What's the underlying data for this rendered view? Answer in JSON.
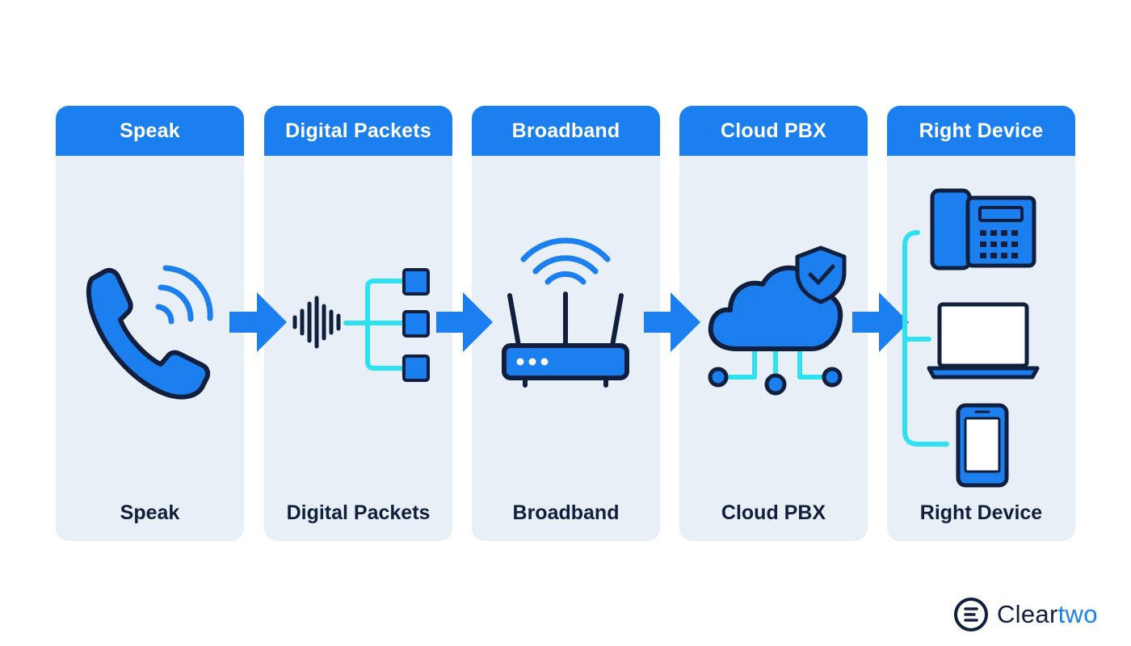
{
  "colors": {
    "primary_blue": "#1b7ff0",
    "panel_bg": "#e9eff7",
    "navy": "#0f1f3d",
    "cyan": "#2de1f2"
  },
  "steps": [
    {
      "header": "Speak",
      "footer": "Speak",
      "icon": "phone-with-soundwaves-icon"
    },
    {
      "header": "Digital Packets",
      "footer": "Digital Packets",
      "icon": "waveform-to-packets-icon"
    },
    {
      "header": "Broadband",
      "footer": "Broadband",
      "icon": "wifi-router-icon"
    },
    {
      "header": "Cloud PBX",
      "footer": "Cloud PBX",
      "icon": "secure-cloud-icon"
    },
    {
      "header": "Right Device",
      "footer": "Right Device",
      "icon": "devices-icon"
    }
  ],
  "devices": [
    "desk-phone-icon",
    "laptop-icon",
    "smartphone-icon"
  ],
  "brand": {
    "part1": "Clear",
    "part2": "two",
    "icon": "cleartwo-logo-icon"
  }
}
